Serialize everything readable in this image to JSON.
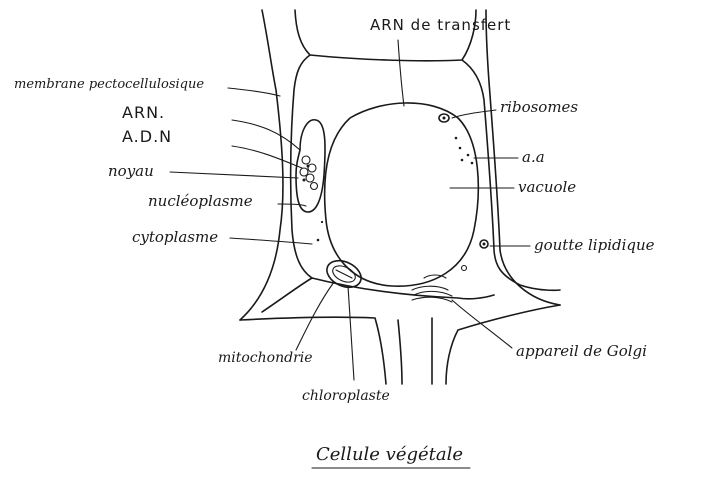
{
  "labels": {
    "arn_transport": "ARN de transfert",
    "membrane": "membrane pectocellulosique",
    "arn": "ARN.",
    "adn": "A.D.N",
    "noyau": "noyau",
    "nucleoplasme": "nucléoplasme",
    "cytoplasme": "cytoplasme",
    "ribosomes": "ribosomes",
    "aa": "a.a",
    "vacuole": "vacuole",
    "goutte_lipidique": "goutte lipidique",
    "appareil_golgi": "appareil de Golgi",
    "mitochondrie": "mitochondrie",
    "chloroplaste": "chloroplaste"
  },
  "caption": "Cellule végétale",
  "colors": {
    "ink": "#1a1a1a",
    "paper": "#ffffff"
  }
}
